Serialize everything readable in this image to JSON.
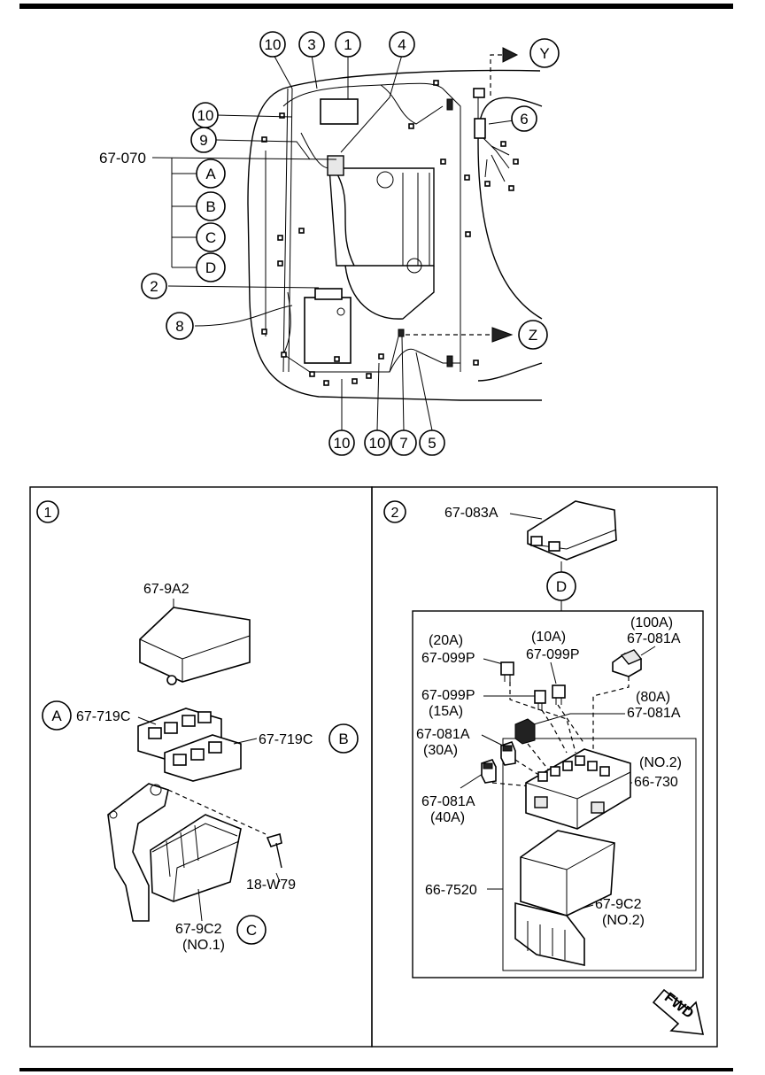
{
  "top_diagram": {
    "callouts": {
      "c1": "1",
      "c2": "2",
      "c3": "3",
      "c4": "4",
      "c5": "5",
      "c6": "6",
      "c7": "7",
      "c8": "8",
      "c9": "9",
      "c10": "10"
    },
    "main_harness_part": "67-070",
    "connector_letters": {
      "a": "A",
      "b": "B",
      "c": "C",
      "d": "D"
    },
    "arrows": {
      "y": "Y",
      "z": "Z"
    }
  },
  "panel1": {
    "number": "1",
    "cover_part": "67-9A2",
    "relay_block_part_a": "67-719C",
    "relay_block_part_b": "67-719C",
    "bracket_part": "67-9C2",
    "bracket_note": "(NO.1)",
    "bolt_part": "18-W79",
    "letters": {
      "a": "A",
      "b": "B",
      "c": "C"
    }
  },
  "panel2": {
    "number": "2",
    "cover_part": "67-083A",
    "detail_letter": "D",
    "fuse_20a_rating": "(20A)",
    "fuse_20a_part": "67-099P",
    "fuse_10a_rating": "(10A)",
    "fuse_10a_part": "67-099P",
    "fuse_100a_rating": "(100A)",
    "fuse_100a_part": "67-081A",
    "fuse_15a_part": "67-099P",
    "fuse_15a_rating": "(15A)",
    "fuse_80a_rating": "(80A)",
    "fuse_80a_part": "67-081A",
    "fuse_30a_part": "67-081A",
    "fuse_30a_rating": "(30A)",
    "fuse_40a_part": "67-081A",
    "fuse_40a_rating": "(40A)",
    "main_box_note": "(NO.2)",
    "main_box_part": "66-730",
    "assembly_part": "66-7520",
    "bracket_part": "67-9C2",
    "bracket_note": "(NO.2)",
    "fwd_label": "FWD"
  }
}
